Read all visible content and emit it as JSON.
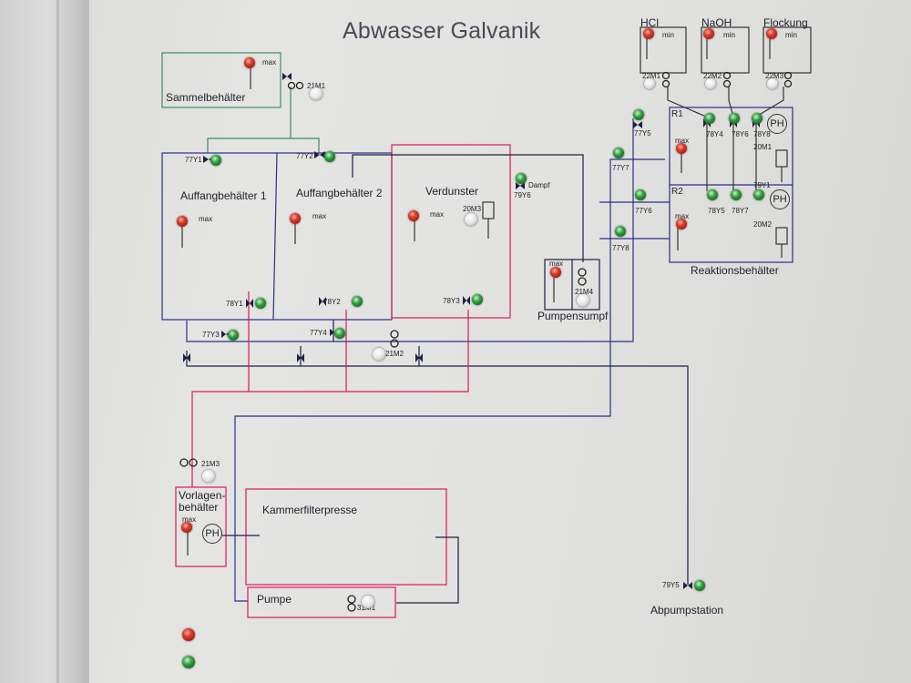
{
  "title": "Abwasser Galvanik",
  "tanks": {
    "sammel": "Sammelbehälter",
    "auffang1": "Auffangbehälter 1",
    "auffang2": "Auffangbehälter 2",
    "verdunster": "Verdunster",
    "pumpensumpf": "Pumpensumpf",
    "vorlagen_line1": "Vorlagen-",
    "vorlagen_line2": "behälter",
    "kammerfilterpresse": "Kammerfilterpresse",
    "pumpe": "Pumpe",
    "reaktion": "Reaktionsbehälter",
    "abpump": "Abpumpstation",
    "r1": "R1",
    "r2": "R2"
  },
  "chemicals": {
    "hcl": "HCl",
    "naoh": "NaOH",
    "flockung": "Flockung"
  },
  "words": {
    "max": "max",
    "min": "min",
    "dampf": "Dampf",
    "ph": "PH"
  },
  "devices": {
    "m21m1": "21M1",
    "m21m2": "21M2",
    "m21m3": "21M3",
    "m21m4": "21M4",
    "m31m1": "31M1",
    "m20m1": "20M1",
    "m20m2": "20M2",
    "m20m3": "20M3",
    "m22m1": "22M1",
    "m22m2": "22M2",
    "m22m3": "22M3",
    "y77y1": "77Y1",
    "y77y2": "77Y2",
    "y77y3": "77Y3",
    "y77y4": "77Y4",
    "y77y5": "77Y5",
    "y77y6": "77Y6",
    "y77y7": "77Y7",
    "y77y8": "77Y8",
    "y78y1": "78Y1",
    "y78y2": "78Y2",
    "y78y3": "78Y3",
    "y78y4": "78Y4",
    "y78y5": "78Y5",
    "y78y6": "78Y6",
    "y78y7": "78Y7",
    "y78y8": "78Y8",
    "y79y1": "79Y1",
    "y79y5": "79Y5",
    "y79y6": "79Y6"
  },
  "colors": {
    "line_blue": "#2a2f8c",
    "line_red": "#d81b5c",
    "line_green": "#3d8c6a",
    "line_navy": "#1c1f44",
    "lamp_red": "#e03a2a",
    "lamp_green": "#2e9e3c"
  }
}
